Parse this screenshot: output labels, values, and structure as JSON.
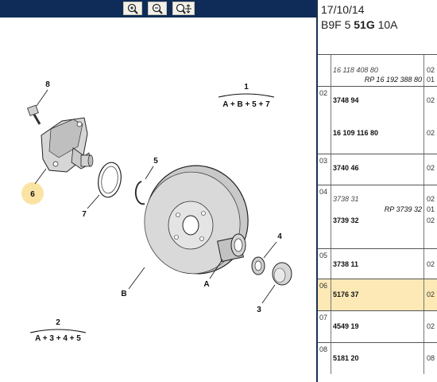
{
  "toolbar": {
    "buttons": [
      {
        "icon": "zoom-in-icon"
      },
      {
        "icon": "zoom-out-icon"
      },
      {
        "icon": "zoom-fit-icon"
      }
    ]
  },
  "diagram": {
    "callouts": {
      "c1": "1",
      "c2": "2",
      "c3": "3",
      "c4": "4",
      "c5": "5",
      "c6": "6",
      "c7": "7",
      "c8": "8",
      "cA": "A",
      "cB": "B"
    },
    "formula1": "A + B + 5 + 7",
    "formula2": "A + 3 + 4 + 5",
    "highlight_color": "#fbe3a3"
  },
  "panel": {
    "date": "17/10/14",
    "code_prefix": "B9F 5 ",
    "code_bold": "51G",
    "code_suffix": " 10A",
    "rows": [
      {
        "num": "",
        "lines": [
          {
            "ref": "16 118 408 80",
            "style": "it",
            "qty": "02"
          },
          {
            "ref": "RP 16 192 388 80",
            "style": "rp",
            "qty": "01"
          }
        ]
      },
      {
        "num": "02",
        "lines": [
          {
            "ref": "3748 94",
            "style": "b",
            "qty": "02"
          },
          {
            "ref": "16 109 116 80",
            "style": "b",
            "qty": "02"
          }
        ]
      },
      {
        "num": "03",
        "lines": [
          {
            "ref": "3740 46",
            "style": "b",
            "qty": "02"
          }
        ]
      },
      {
        "num": "04",
        "lines": [
          {
            "ref": "3738 31",
            "style": "it",
            "qty": "02"
          },
          {
            "ref": "RP 3739 32",
            "style": "rp",
            "qty": "01"
          },
          {
            "ref": "3739 32",
            "style": "b",
            "qty": "02"
          }
        ]
      },
      {
        "num": "05",
        "lines": [
          {
            "ref": "3738 11",
            "style": "b",
            "qty": "02"
          }
        ]
      },
      {
        "num": "06",
        "lines": [
          {
            "ref": "5176 37",
            "style": "b",
            "qty": "02"
          }
        ]
      },
      {
        "num": "07",
        "lines": [
          {
            "ref": "4549 19",
            "style": "b",
            "qty": "02"
          }
        ]
      },
      {
        "num": "08",
        "lines": [
          {
            "ref": "5181 20",
            "style": "b",
            "qty": "08"
          }
        ]
      }
    ],
    "selected_row": 5,
    "selected_color": "#fce9b6"
  }
}
